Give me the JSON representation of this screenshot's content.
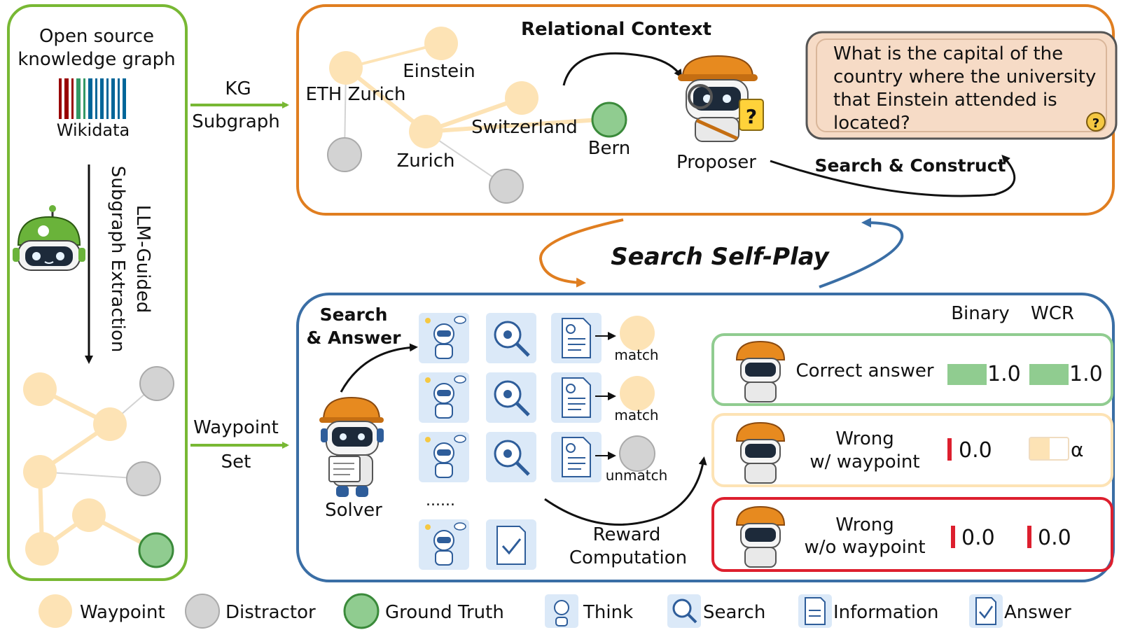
{
  "left_panel": {
    "title_line1": "Open source",
    "title_line2": "knowledge graph",
    "source_name": "Wikidata",
    "extraction_line1": "LLM-Guided",
    "extraction_line2": "Subgraph Extraction"
  },
  "arrows": {
    "kg_line1": "KG",
    "kg_line2": "Subgraph",
    "waypoint_line1": "Waypoint",
    "waypoint_line2": "Set"
  },
  "proposer_panel": {
    "relational_context": "Relational Context",
    "nodes": {
      "eth": "ETH Zurich",
      "einstein": "Einstein",
      "switzerland": "Switzerland",
      "zurich": "Zurich",
      "bern": "Bern"
    },
    "agent_name": "Proposer",
    "question": [
      "What is the capital of the",
      "country where the university",
      "that Einstein attended is",
      "located?"
    ],
    "question_icon": "?",
    "search_construct": "Search & Construct"
  },
  "center_label": "Search Self-Play",
  "solver_panel": {
    "search_answer_line1": "Search",
    "search_answer_line2": "& Answer",
    "agent_name": "Solver",
    "ellipsis": "......",
    "row_labels": [
      "match",
      "match",
      "unmatch"
    ],
    "reward_line1": "Reward",
    "reward_line2": "Computation",
    "col_binary": "Binary",
    "col_wcr": "WCR",
    "outcomes": [
      {
        "line1": "Correct answer",
        "line2": "",
        "binary": "1.0",
        "wcr": "1.0"
      },
      {
        "line1": "Wrong",
        "line2": "w/ waypoint",
        "binary": "0.0",
        "wcr": "α"
      },
      {
        "line1": "Wrong",
        "line2": "w/o waypoint",
        "binary": "0.0",
        "wcr": "0.0"
      }
    ]
  },
  "legend": {
    "waypoint": "Waypoint",
    "distractor": "Distractor",
    "ground_truth": "Ground Truth",
    "think": "Think",
    "search": "Search",
    "information": "Information",
    "answer": "Answer"
  },
  "colors": {
    "waypoint": "#fde3b5",
    "distractor": "#d3d3d3",
    "ground_truth": "#90cc90",
    "green_border": "#78b834",
    "orange_border": "#e07e20",
    "blue_border": "#3a6ea5",
    "red_border": "#dd1f2e",
    "question_box": "#f6dbc6"
  }
}
